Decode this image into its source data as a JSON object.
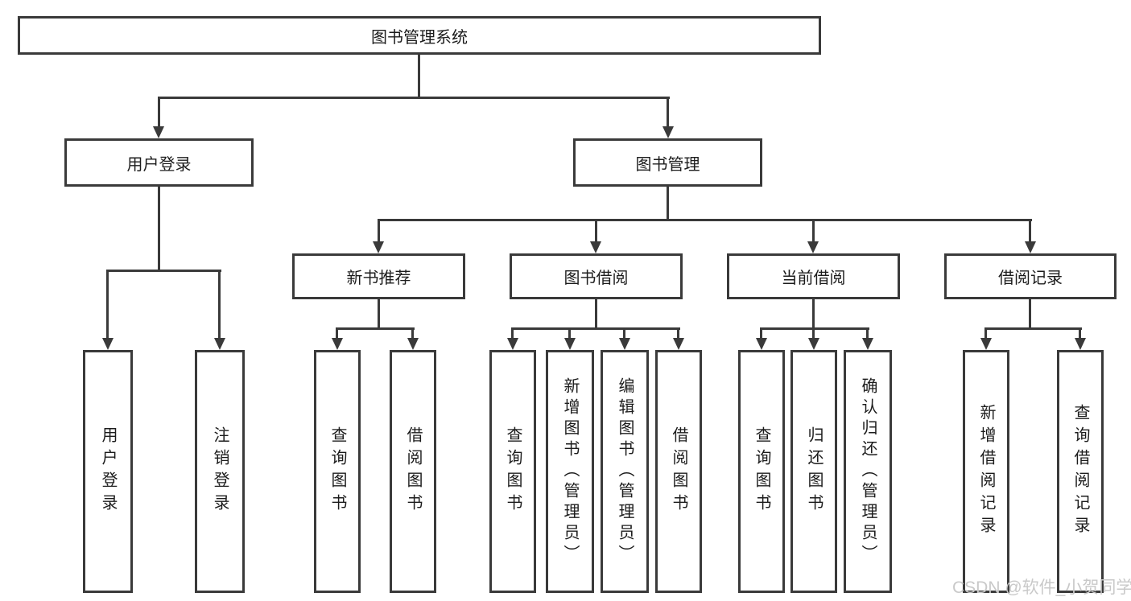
{
  "diagram": {
    "type": "hierarchy-tree",
    "nodes": {
      "root": {
        "label": "图书管理系统"
      },
      "user_login": {
        "label": "用户登录"
      },
      "book_management": {
        "label": "图书管理"
      },
      "new_book_recommend": {
        "label": "新书推荐"
      },
      "book_borrow": {
        "label": "图书借阅"
      },
      "current_borrow": {
        "label": "当前借阅"
      },
      "borrow_records": {
        "label": "借阅记录"
      },
      "leaf_user_login": {
        "label": "用户登录"
      },
      "leaf_logout": {
        "label": "注销登录"
      },
      "leaf_nb_query": {
        "label": "查询图书"
      },
      "leaf_nb_borrow": {
        "label": "借阅图书"
      },
      "leaf_bb_query": {
        "label": "查询图书"
      },
      "leaf_bb_add": {
        "label": "新增图书（管理员）"
      },
      "leaf_bb_edit": {
        "label": "编辑图书（管理员）"
      },
      "leaf_bb_borrow": {
        "label": "借阅图书"
      },
      "leaf_cb_query": {
        "label": "查询图书"
      },
      "leaf_cb_return": {
        "label": "归还图书"
      },
      "leaf_cb_confirm": {
        "label": "确认归还（管理员）"
      },
      "leaf_br_add": {
        "label": "新增借阅记录"
      },
      "leaf_br_query": {
        "label": "查询借阅记录"
      }
    },
    "edges": [
      [
        "root",
        "user_login"
      ],
      [
        "root",
        "book_management"
      ],
      [
        "user_login",
        "leaf_user_login"
      ],
      [
        "user_login",
        "leaf_logout"
      ],
      [
        "book_management",
        "new_book_recommend"
      ],
      [
        "book_management",
        "book_borrow"
      ],
      [
        "book_management",
        "current_borrow"
      ],
      [
        "book_management",
        "borrow_records"
      ],
      [
        "new_book_recommend",
        "leaf_nb_query"
      ],
      [
        "new_book_recommend",
        "leaf_nb_borrow"
      ],
      [
        "book_borrow",
        "leaf_bb_query"
      ],
      [
        "book_borrow",
        "leaf_bb_add"
      ],
      [
        "book_borrow",
        "leaf_bb_edit"
      ],
      [
        "book_borrow",
        "leaf_bb_borrow"
      ],
      [
        "current_borrow",
        "leaf_cb_query"
      ],
      [
        "current_borrow",
        "leaf_cb_return"
      ],
      [
        "current_borrow",
        "leaf_cb_confirm"
      ],
      [
        "borrow_records",
        "leaf_br_add"
      ],
      [
        "borrow_records",
        "leaf_br_query"
      ]
    ],
    "colors": {
      "line": "#3a3a3a",
      "text": "#1c1c1c",
      "background": "#ffffff",
      "watermark": "#c9c9c9"
    }
  },
  "watermark": {
    "text": "CSDN @软件_小贺同学"
  }
}
